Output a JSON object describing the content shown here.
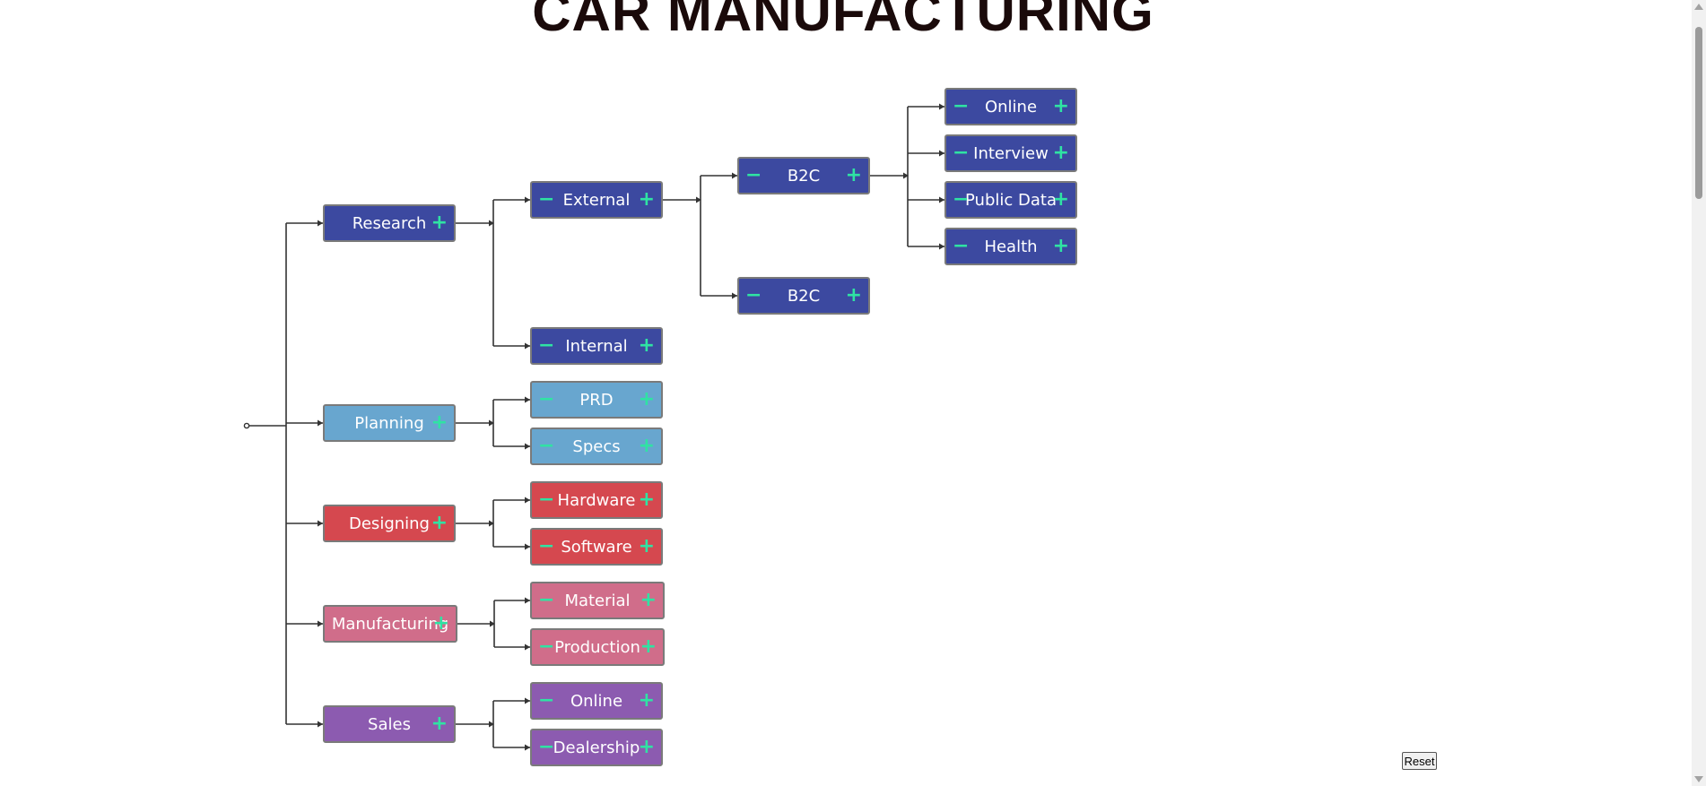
{
  "title": "CAR MANUFACTURING",
  "colors": {
    "research": "#3c49a0",
    "planning": "#68a6cf",
    "designing": "#d5484f",
    "manufacturing": "#d06d8a",
    "sales": "#8c5bb0",
    "button_plus": "#2fe3a3",
    "connector": "#333333"
  },
  "buttons": {
    "minus": "−",
    "plus": "+"
  },
  "tree": {
    "label": "",
    "children": [
      {
        "label": "Research",
        "group": "research",
        "minus": false,
        "children": [
          {
            "label": "External",
            "group": "research",
            "children": [
              {
                "label": "B2C",
                "group": "research",
                "children": [
                  {
                    "label": "Online",
                    "group": "research"
                  },
                  {
                    "label": "Interview",
                    "group": "research"
                  },
                  {
                    "label": "Public Data",
                    "group": "research"
                  },
                  {
                    "label": "Health",
                    "group": "research"
                  }
                ]
              },
              {
                "label": "B2C",
                "group": "research"
              }
            ]
          },
          {
            "label": "Internal",
            "group": "research"
          }
        ]
      },
      {
        "label": "Planning",
        "group": "planning",
        "minus": false,
        "children": [
          {
            "label": "PRD",
            "group": "planning"
          },
          {
            "label": "Specs",
            "group": "planning"
          }
        ]
      },
      {
        "label": "Designing",
        "group": "designing",
        "minus": false,
        "children": [
          {
            "label": "Hardware",
            "group": "designing"
          },
          {
            "label": "Software",
            "group": "designing"
          }
        ]
      },
      {
        "label": "Manufacturing",
        "group": "manufacturing",
        "minus": false,
        "children": [
          {
            "label": "Material",
            "group": "manufacturing"
          },
          {
            "label": "Production",
            "group": "manufacturing"
          }
        ]
      },
      {
        "label": "Sales",
        "group": "sales",
        "minus": false,
        "children": [
          {
            "label": "Online",
            "group": "sales"
          },
          {
            "label": "Dealership",
            "group": "sales"
          }
        ]
      }
    ]
  },
  "reset_label": "Reset"
}
